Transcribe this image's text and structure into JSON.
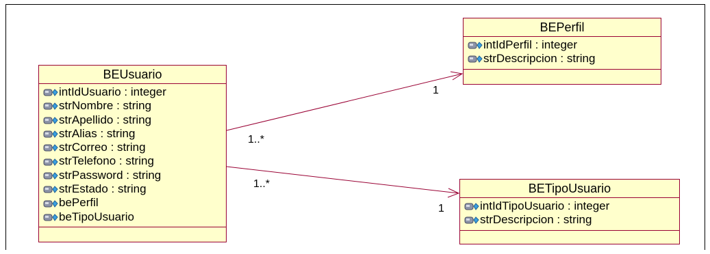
{
  "classes": {
    "usuario": {
      "name": "BEUsuario",
      "attributes": [
        "intIdUsuario : integer",
        "strNombre : string",
        "strApellido : string",
        "strAlias : string",
        "strCorreo : string",
        "strTelefono : string",
        "strPassword : string",
        "strEstado : string",
        "bePerfil",
        "beTipoUsuario"
      ]
    },
    "perfil": {
      "name": "BEPerfil",
      "attributes": [
        "intIdPerfil : integer",
        "strDescripcion : string"
      ]
    },
    "tipo": {
      "name": "BETipoUsuario",
      "attributes": [
        "intIdTipoUsuario : integer",
        "strDescripcion : string"
      ]
    }
  },
  "associations": {
    "perfil": {
      "source_multiplicity": "1..*",
      "target_multiplicity": "1"
    },
    "tipo": {
      "source_multiplicity": "1..*",
      "target_multiplicity": "1"
    }
  },
  "colors": {
    "class_fill": "#ffffcc",
    "class_border": "#990033",
    "association_line": "#990033"
  },
  "icons": {
    "attribute": "attribute-icon"
  }
}
